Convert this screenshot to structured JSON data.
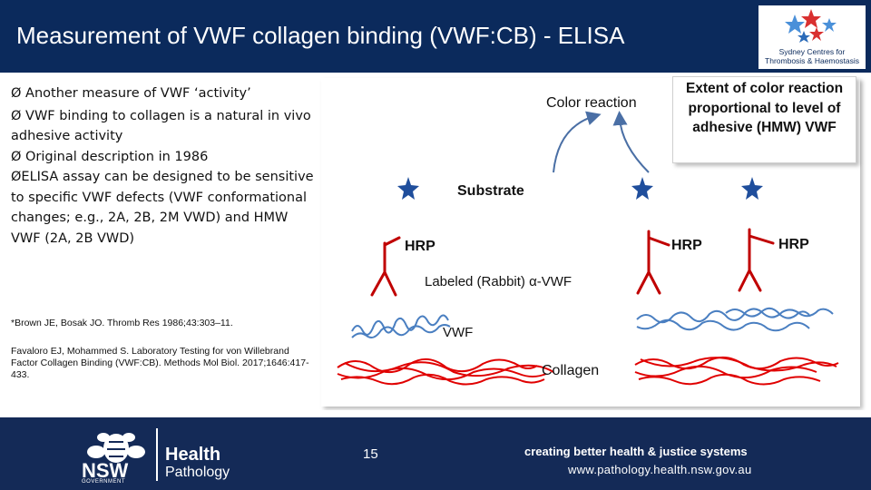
{
  "header": {
    "title": "Measurement of VWF collagen binding (VWF:CB) - ELISA",
    "logo_line1": "Sydney Centres for",
    "logo_line2": "Thrombosis & Haemostasis"
  },
  "bullets": [
    "Ø Another measure of VWF ‘activity’",
    "Ø VWF binding to collagen is a natural in vivo adhesive activity",
    "Ø Original description in 1986",
    "ØELISA assay can be designed to be sensitive to specific VWF defects (VWF conformational changes; e.g., 2A, 2B, 2M VWD) and HMW VWF (2A, 2B VWD)"
  ],
  "references": [
    "*Brown JE, Bosak JO. Thromb Res 1986;43:303–11.",
    "Favaloro EJ, Mohammed S. Laboratory Testing for von Willebrand Factor Collagen Binding (VWF:CB). Methods Mol Biol. 2017;1646:417-433."
  ],
  "diagram": {
    "color_reaction": "Color reaction",
    "extent_box": "Extent of color reaction proportional to level of adhesive (HMW) VWF",
    "substrate": "Substrate",
    "hrp": "HRP",
    "labeled_antibody": "Labeled (Rabbit) α-VWF",
    "vwf": "VWF",
    "collagen": "Collagen",
    "colors": {
      "antibody": "#c00000",
      "star": "#1f4e9c",
      "vwf": "#4a7fc1",
      "collagen": "#e00000"
    }
  },
  "footer": {
    "nsw": "NSW",
    "nsw_gov": "GOVERNMENT",
    "health": "Health",
    "pathology": "Pathology",
    "page_number": "15",
    "tagline": "creating better health & justice systems",
    "url": "www.pathology.health.nsw.gov.au"
  }
}
